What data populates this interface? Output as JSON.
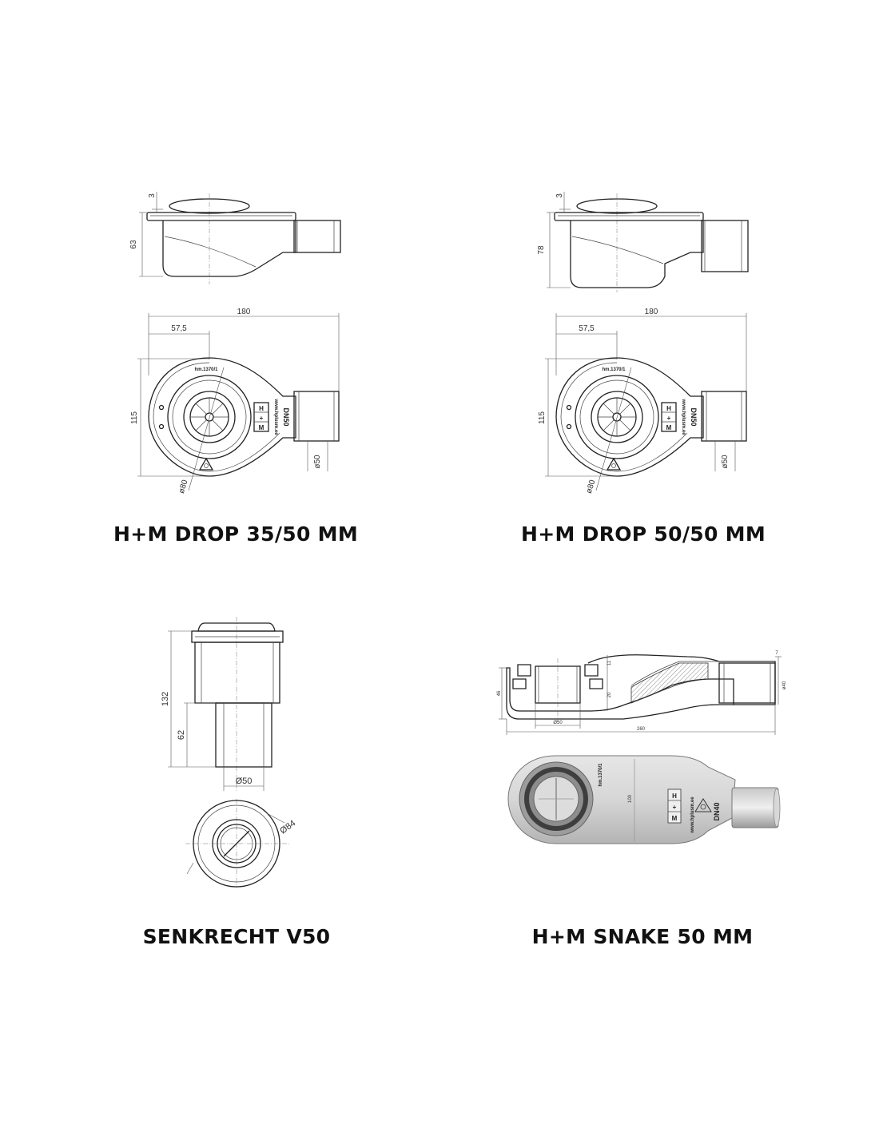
{
  "products": [
    {
      "title": "H+M DROP 35/50 MM",
      "dims": {
        "flange": "3",
        "height": "63",
        "length": "180",
        "offset": "57,5",
        "width": "115",
        "outlet_dia": "ø50",
        "body_dia": "ø80"
      },
      "mark_top": "hm.1370/1",
      "mark_side": "www.hplusm.ee",
      "dn": "DN50"
    },
    {
      "title": "H+M DROP 50/50 MM",
      "dims": {
        "flange": "3",
        "height": "78",
        "length": "180",
        "offset": "57,5",
        "width": "115",
        "outlet_dia": "ø50",
        "body_dia": "ø80"
      },
      "mark_top": "hm.1370/1",
      "mark_side": "www.hplusm.ee",
      "dn": "DN50"
    },
    {
      "title": "SENKRECHT V50",
      "dims": {
        "height": "132",
        "pipe_height": "62",
        "pipe_dia": "Ø50",
        "flange_dia": "Ø84"
      }
    },
    {
      "title": "H+M SNAKE 50 MM",
      "dims": {
        "height": "46",
        "top": "11",
        "step": "20",
        "depth": "7",
        "outlet_dia": "ø40",
        "inner_dia": "Ø50",
        "length": "260",
        "width": "100"
      },
      "mark_top": "hm.1370/1",
      "mark_side": "www.hplusm.ee",
      "dn": "DN40"
    }
  ]
}
